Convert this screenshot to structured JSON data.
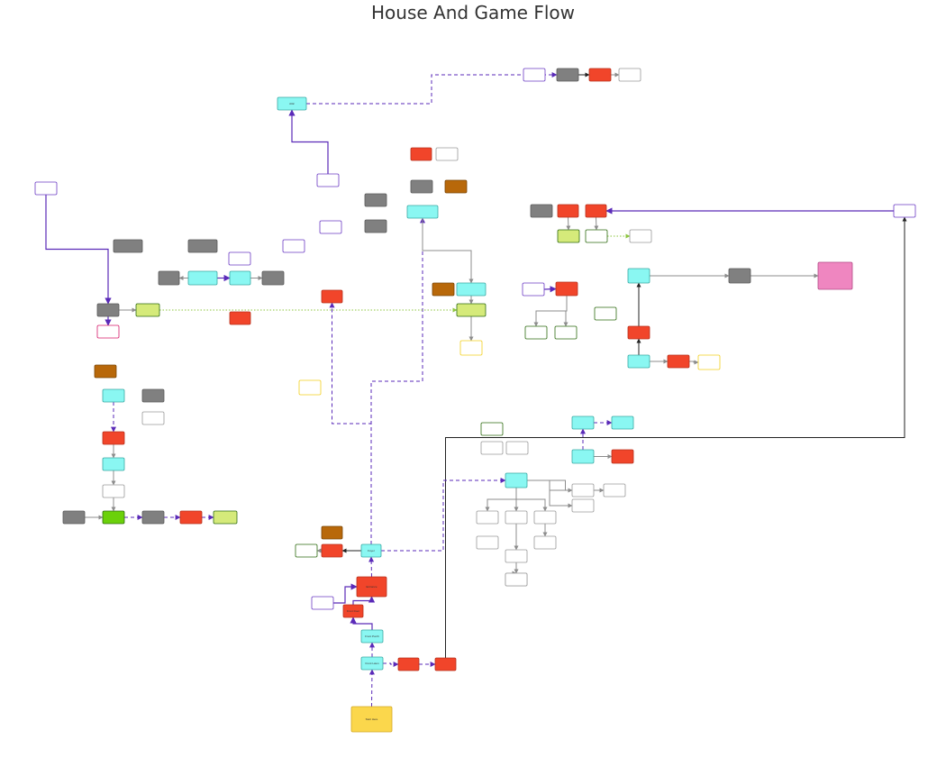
{
  "title": "House And Game Flow",
  "colors": {
    "cyan": "#8af7f2",
    "red": "#f1452a",
    "gray": "#808080",
    "brown": "#b8680a",
    "lime": "#d5ea7a",
    "green": "#6bd10a",
    "yellow": "#fbd74c",
    "pink": "#ef86c0",
    "white": "#ffffff",
    "purple_edge": "#5a2ab8",
    "gray_edge": "#8c8c8c",
    "black_edge": "#222222",
    "green_dotted_edge": "#8cc63f"
  },
  "nodes": [
    {
      "id": "start",
      "label": "Start Here",
      "style": "yellow"
    },
    {
      "id": "front_lawn",
      "label": "Front Lawn",
      "style": "cyan"
    },
    {
      "id": "big_red_1",
      "label": "",
      "style": "red"
    },
    {
      "id": "big_red_2",
      "label": "",
      "style": "red"
    },
    {
      "id": "front_porch",
      "label": "Front Porch",
      "style": "cyan"
    },
    {
      "id": "porch_red",
      "label": "Front Door",
      "style": "red"
    },
    {
      "id": "porch_note",
      "label": "",
      "style": "white-purple"
    },
    {
      "id": "entrance",
      "label": "Entrance",
      "style": "red"
    },
    {
      "id": "foyer",
      "label": "Foyer",
      "style": "cyan"
    },
    {
      "id": "foyer_red",
      "label": "",
      "style": "red"
    },
    {
      "id": "foyer_brown",
      "label": "",
      "style": "brown"
    },
    {
      "id": "foyer_green",
      "label": "",
      "style": "white-green"
    },
    {
      "id": "top_cyan",
      "label": "Attic",
      "style": "cyan"
    },
    {
      "id": "top_note",
      "label": "",
      "style": "white-purple"
    },
    {
      "id": "tr_purple",
      "label": "",
      "style": "white-purple"
    },
    {
      "id": "tr_gray",
      "label": "",
      "style": "gray"
    },
    {
      "id": "tr_red",
      "label": "",
      "style": "red"
    },
    {
      "id": "tr_white",
      "label": "",
      "style": "white"
    },
    {
      "id": "left_note",
      "label": "",
      "style": "white-purple"
    },
    {
      "id": "hub",
      "label": "",
      "style": "cyan"
    },
    {
      "id": "master",
      "label": "",
      "style": "cyan"
    },
    {
      "id": "hub_left_gray",
      "label": "",
      "style": "gray"
    },
    {
      "id": "hub_right_gray",
      "label": "",
      "style": "gray"
    },
    {
      "id": "upper_gray_1",
      "label": "",
      "style": "gray"
    },
    {
      "id": "upper_gray_2",
      "label": "",
      "style": "gray"
    },
    {
      "id": "key_note",
      "label": "",
      "style": "white-purple"
    },
    {
      "id": "mid_note",
      "label": "",
      "style": "white-purple"
    },
    {
      "id": "lady_note",
      "label": "",
      "style": "white-purple"
    },
    {
      "id": "red_hub",
      "label": "",
      "style": "red"
    },
    {
      "id": "red_mid",
      "label": "",
      "style": "red"
    },
    {
      "id": "gray_left",
      "label": "",
      "style": "gray"
    },
    {
      "id": "lime_left",
      "label": "",
      "style": "lime"
    },
    {
      "id": "pink_small",
      "label": "",
      "style": "white-pink"
    },
    {
      "id": "center_gray_1",
      "label": "",
      "style": "gray"
    },
    {
      "id": "center_gray_2",
      "label": "",
      "style": "gray"
    },
    {
      "id": "center_cyan",
      "label": "",
      "style": "cyan"
    },
    {
      "id": "center_red",
      "label": "",
      "style": "red"
    },
    {
      "id": "center_white",
      "label": "",
      "style": "white"
    },
    {
      "id": "center_gray_top",
      "label": "",
      "style": "gray"
    },
    {
      "id": "center_brown",
      "label": "",
      "style": "brown"
    },
    {
      "id": "cc_cyan",
      "label": "",
      "style": "cyan"
    },
    {
      "id": "cc_brown",
      "label": "",
      "style": "brown"
    },
    {
      "id": "cc_lime",
      "label": "",
      "style": "lime"
    },
    {
      "id": "cc_yellow",
      "label": "",
      "style": "white-yellow"
    },
    {
      "id": "r_gray",
      "label": "",
      "style": "gray"
    },
    {
      "id": "r_red_1",
      "label": "",
      "style": "red"
    },
    {
      "id": "r_red_2",
      "label": "",
      "style": "red"
    },
    {
      "id": "r_lime",
      "label": "",
      "style": "lime"
    },
    {
      "id": "r_green",
      "label": "",
      "style": "white-green"
    },
    {
      "id": "r_white",
      "label": "",
      "style": "white"
    },
    {
      "id": "far_right",
      "label": "",
      "style": "white-purple"
    },
    {
      "id": "secret_note",
      "label": "",
      "style": "white-purple"
    },
    {
      "id": "secret_red",
      "label": "",
      "style": "red"
    },
    {
      "id": "w_green_1",
      "label": "",
      "style": "white-green"
    },
    {
      "id": "w_green_2",
      "label": "",
      "style": "white-green"
    },
    {
      "id": "w_green_3",
      "label": "",
      "style": "white-green"
    },
    {
      "id": "rr_cyan",
      "label": "",
      "style": "cyan"
    },
    {
      "id": "rr_gray",
      "label": "",
      "style": "gray"
    },
    {
      "id": "pink_end",
      "label": "",
      "style": "pink"
    },
    {
      "id": "rr_red",
      "label": "",
      "style": "red"
    },
    {
      "id": "rr_cyan2",
      "label": "",
      "style": "cyan"
    },
    {
      "id": "rr_red2",
      "label": "",
      "style": "red"
    },
    {
      "id": "rr_yellow",
      "label": "",
      "style": "white-yellow"
    },
    {
      "id": "mid_yellow",
      "label": "",
      "style": "white-yellow"
    },
    {
      "id": "l_brown",
      "label": "",
      "style": "brown"
    },
    {
      "id": "l_cyan",
      "label": "",
      "style": "cyan"
    },
    {
      "id": "l_gray",
      "label": "",
      "style": "gray"
    },
    {
      "id": "l_white",
      "label": "",
      "style": "white"
    },
    {
      "id": "l_red",
      "label": "",
      "style": "red"
    },
    {
      "id": "l_cyan2",
      "label": "",
      "style": "cyan"
    },
    {
      "id": "l_white2",
      "label": "",
      "style": "white"
    },
    {
      "id": "bl_gray",
      "label": "",
      "style": "gray"
    },
    {
      "id": "bl_green",
      "label": "",
      "style": "green"
    },
    {
      "id": "bl_gray2",
      "label": "",
      "style": "gray"
    },
    {
      "id": "bl_red",
      "label": "",
      "style": "red"
    },
    {
      "id": "bl_lime",
      "label": "",
      "style": "lime"
    },
    {
      "id": "g_green",
      "label": "",
      "style": "white-green"
    },
    {
      "id": "g_w1",
      "label": "",
      "style": "white"
    },
    {
      "id": "g_w2",
      "label": "",
      "style": "white"
    },
    {
      "id": "g_cyan",
      "label": "",
      "style": "cyan"
    },
    {
      "id": "g_w3",
      "label": "",
      "style": "white"
    },
    {
      "id": "g_w4",
      "label": "",
      "style": "white"
    },
    {
      "id": "g_w5",
      "label": "",
      "style": "white"
    },
    {
      "id": "g_w6",
      "label": "",
      "style": "white"
    },
    {
      "id": "g_w7",
      "label": "",
      "style": "white"
    },
    {
      "id": "g_w8",
      "label": "",
      "style": "white"
    },
    {
      "id": "g_w9",
      "label": "",
      "style": "white"
    },
    {
      "id": "g_w10",
      "label": "",
      "style": "white"
    },
    {
      "id": "g_w11",
      "label": "",
      "style": "white"
    },
    {
      "id": "g_w12",
      "label": "",
      "style": "white"
    },
    {
      "id": "g_w13",
      "label": "",
      "style": "white"
    },
    {
      "id": "g_cyan2",
      "label": "",
      "style": "cyan"
    },
    {
      "id": "g_cyan3",
      "label": "",
      "style": "cyan"
    },
    {
      "id": "g_cyan4",
      "label": "",
      "style": "cyan"
    },
    {
      "id": "g_red",
      "label": "",
      "style": "red"
    }
  ],
  "edges": [
    {
      "from": "start",
      "to": "front_lawn",
      "style": "dashed-purple"
    },
    {
      "from": "front_lawn",
      "to": "big_red_1",
      "style": "dashed-purple"
    },
    {
      "from": "big_red_1",
      "to": "big_red_2",
      "style": "dashed-purple"
    },
    {
      "from": "big_red_2",
      "to": "far_right",
      "style": "solid-black"
    },
    {
      "from": "front_lawn",
      "to": "front_porch",
      "style": "dashed-purple"
    },
    {
      "from": "front_porch",
      "to": "porch_red",
      "style": "solid-purple"
    },
    {
      "from": "porch_red",
      "to": "entrance",
      "style": "solid-purple"
    },
    {
      "from": "porch_note",
      "to": "entrance",
      "style": "solid-purple"
    },
    {
      "from": "entrance",
      "to": "foyer",
      "style": "dashed-purple"
    },
    {
      "from": "foyer",
      "to": "foyer_red",
      "style": "solid-black"
    },
    {
      "from": "foyer_red",
      "to": "foyer_green",
      "style": "solid-gray"
    },
    {
      "from": "foyer",
      "to": "g_cyan",
      "style": "dashed-purple"
    },
    {
      "from": "foyer",
      "to": "center_cyan",
      "style": "dashed-purple"
    },
    {
      "from": "foyer",
      "to": "red_hub",
      "style": "dashed-purple"
    },
    {
      "from": "far_right",
      "to": "r_red_2",
      "style": "solid-purple"
    },
    {
      "from": "hub",
      "to": "master",
      "style": "solid-purple"
    },
    {
      "from": "hub",
      "to": "hub_left_gray",
      "style": "solid-gray"
    },
    {
      "from": "master",
      "to": "hub_right_gray",
      "style": "solid-gray"
    },
    {
      "from": "top_note",
      "to": "top_cyan",
      "style": "solid-purple"
    },
    {
      "from": "top_cyan",
      "to": "tr_gray",
      "style": "dashed-purple"
    },
    {
      "from": "tr_gray",
      "to": "tr_red",
      "style": "solid-black"
    },
    {
      "from": "tr_red",
      "to": "tr_white",
      "style": "solid-gray"
    },
    {
      "from": "left_note",
      "to": "gray_left",
      "style": "solid-purple"
    },
    {
      "from": "gray_left",
      "to": "lime_left",
      "style": "solid-gray"
    },
    {
      "from": "gray_left",
      "to": "pink_small",
      "style": "solid-purple"
    },
    {
      "from": "l_cyan",
      "to": "l_red",
      "style": "dashed-purple"
    },
    {
      "from": "l_red",
      "to": "l_cyan2",
      "style": "solid-gray"
    },
    {
      "from": "l_cyan2",
      "to": "l_white2",
      "style": "solid-gray"
    },
    {
      "from": "l_white2",
      "to": "bl_green",
      "style": "solid-gray"
    },
    {
      "from": "bl_gray",
      "to": "bl_green",
      "style": "solid-gray"
    },
    {
      "from": "bl_green",
      "to": "bl_gray2",
      "style": "dashed-purple"
    },
    {
      "from": "bl_gray2",
      "to": "bl_red",
      "style": "dashed-purple"
    },
    {
      "from": "bl_red",
      "to": "bl_lime",
      "style": "dashed-purple"
    },
    {
      "from": "g_cyan",
      "to": "g_w3",
      "style": "solid-gray"
    },
    {
      "from": "g_cyan",
      "to": "g_w4",
      "style": "solid-gray"
    },
    {
      "from": "g_cyan",
      "to": "g_w5",
      "style": "solid-gray"
    },
    {
      "from": "g_cyan",
      "to": "g_w6",
      "style": "solid-gray"
    },
    {
      "from": "g_cyan",
      "to": "g_w7",
      "style": "solid-gray"
    },
    {
      "from": "g_cyan",
      "to": "g_w8",
      "style": "solid-gray"
    },
    {
      "from": "g_w7",
      "to": "g_w11",
      "style": "solid-gray"
    },
    {
      "from": "g_w8",
      "to": "g_w10",
      "style": "solid-gray"
    },
    {
      "from": "g_w11",
      "to": "g_w12",
      "style": "solid-gray"
    },
    {
      "from": "g_w12",
      "to": "g_w13",
      "style": "solid-gray"
    },
    {
      "from": "g_cyan2",
      "to": "g_red",
      "style": "solid-gray"
    },
    {
      "from": "g_cyan2",
      "to": "g_cyan3",
      "style": "dashed-purple"
    },
    {
      "from": "g_cyan3",
      "to": "g_cyan4",
      "style": "dashed-purple"
    },
    {
      "from": "rr_cyan2",
      "to": "rr_red",
      "style": "solid-black"
    },
    {
      "from": "rr_red",
      "to": "rr_cyan",
      "style": "solid-black"
    },
    {
      "from": "rr_cyan",
      "to": "rr_gray",
      "style": "solid-gray"
    },
    {
      "from": "rr_gray",
      "to": "pink_end",
      "style": "solid-gray"
    },
    {
      "from": "rr_cyan2",
      "to": "rr_red2",
      "style": "solid-gray"
    },
    {
      "from": "rr_red2",
      "to": "rr_yellow",
      "style": "solid-gray"
    },
    {
      "from": "center_cyan",
      "to": "cc_cyan",
      "style": "solid-gray"
    },
    {
      "from": "cc_cyan",
      "to": "cc_lime",
      "style": "solid-gray"
    },
    {
      "from": "cc_lime",
      "to": "cc_yellow",
      "style": "solid-gray"
    },
    {
      "from": "secret_note",
      "to": "secret_red",
      "style": "solid-purple"
    },
    {
      "from": "secret_red",
      "to": "w_green_1",
      "style": "solid-gray"
    },
    {
      "from": "secret_red",
      "to": "w_green_2",
      "style": "solid-gray"
    },
    {
      "from": "r_red_1",
      "to": "r_lime",
      "style": "solid-gray"
    },
    {
      "from": "r_red_2",
      "to": "r_green",
      "style": "solid-gray"
    },
    {
      "from": "r_green",
      "to": "r_white",
      "style": "dotted-green"
    },
    {
      "from": "lime_left",
      "to": "cc_lime",
      "style": "dotted-green"
    }
  ]
}
